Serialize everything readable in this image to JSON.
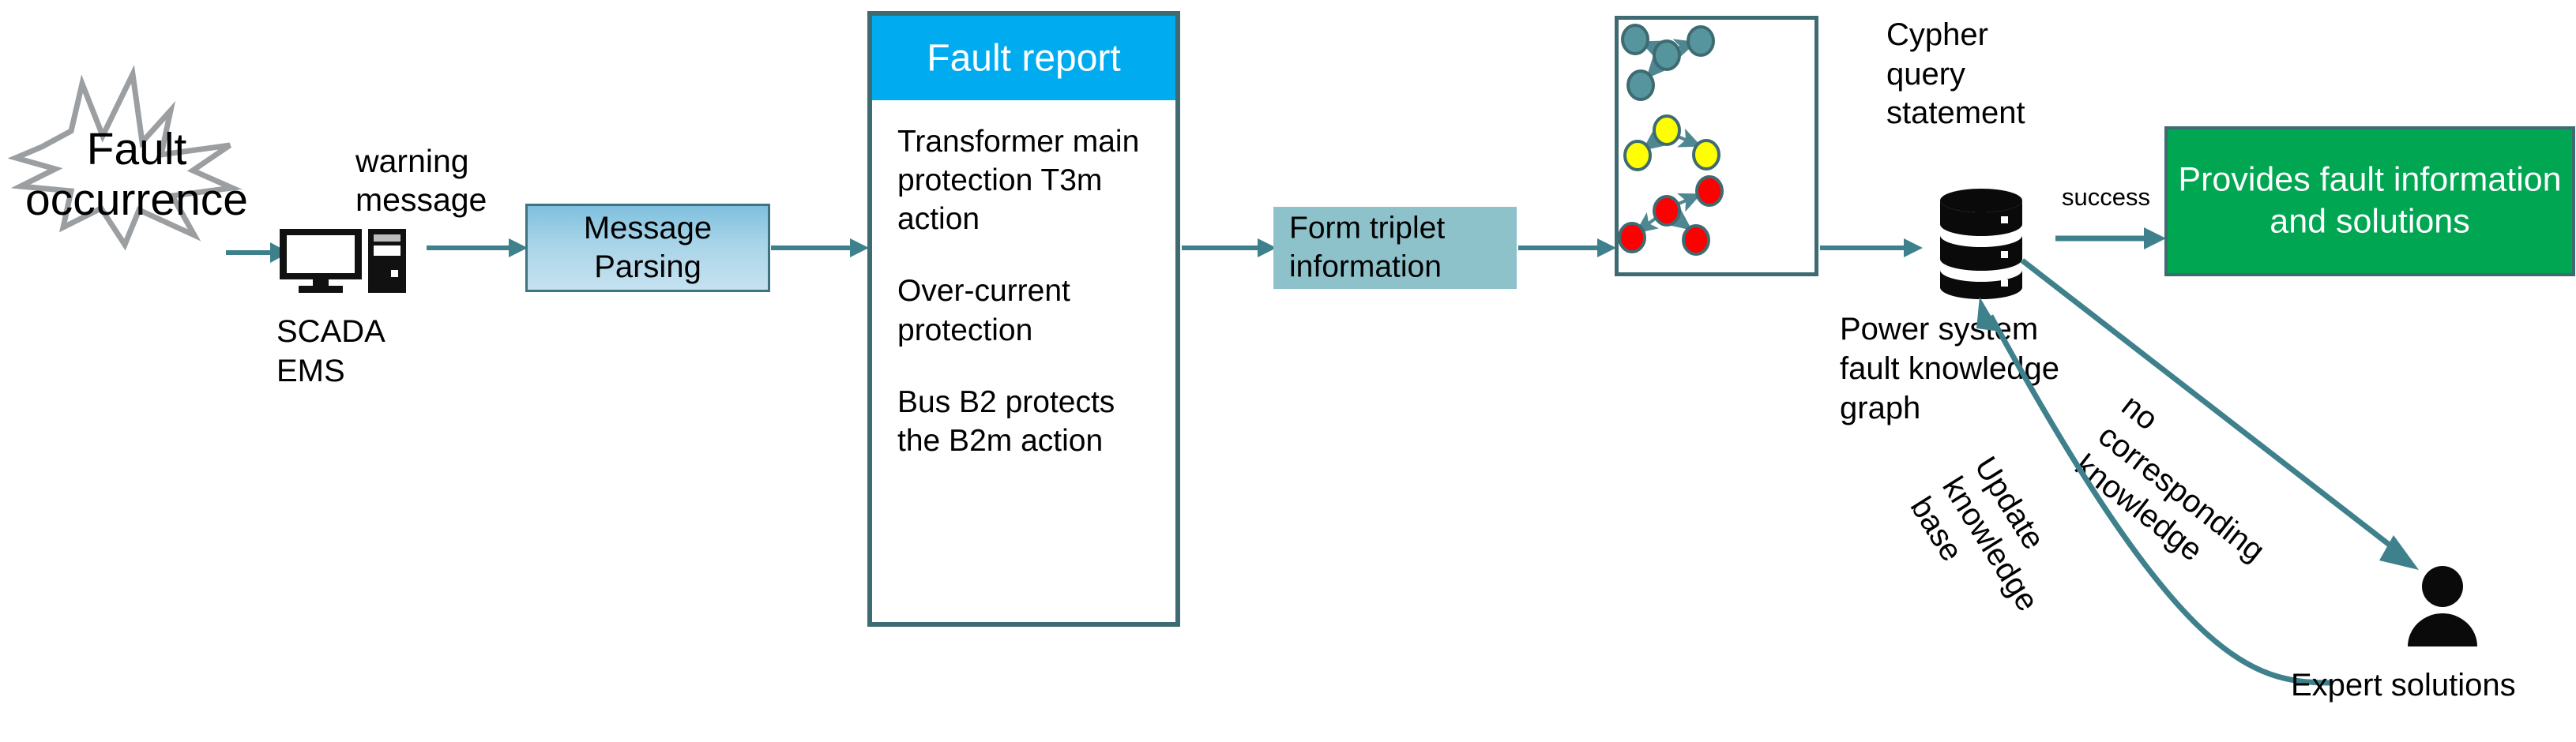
{
  "diagram": {
    "title": "Power system fault knowledge graph question answering workflow",
    "colors": {
      "arrow_teal": "#3e818c",
      "panel_border": "#3e6b72",
      "fault_report_header": "#00acef",
      "message_parsing_fill": "#a8d4e8",
      "triplet_fill": "#8ec2cb",
      "green_box": "#00a651",
      "node_teal": "#56949e",
      "node_yellow": "#ffff00",
      "node_red": "#fe0000",
      "burst_outline": "#9b9fa2"
    }
  },
  "fault_source": {
    "burst_label": "Fault\noccurrence",
    "burst_icon": "explosion-starburst-icon"
  },
  "scada": {
    "icon": "desktop-computer-icon",
    "label": "SCADA\nEMS"
  },
  "warning": {
    "label": "warning\nmessage"
  },
  "message_parsing": {
    "label": "Message\nParsing"
  },
  "fault_report": {
    "header": "Fault report",
    "items": [
      "Transformer\nmain protection\nT3m action",
      "Over-current\nprotection",
      "Bus B2 protects\nthe B2m action"
    ]
  },
  "triplet": {
    "label": "Form triplet\ninformation"
  },
  "knowledge_graph": {
    "panel_name": "knowledge-graph-panel",
    "clusters": [
      {
        "name": "teal-cluster",
        "color": "#56949e",
        "node_count": 4
      },
      {
        "name": "yellow-cluster",
        "color": "#ffff00",
        "node_count": 3
      },
      {
        "name": "red-cluster",
        "color": "#fe0000",
        "node_count": 4
      }
    ]
  },
  "cypher": {
    "label": "Cypher\nquery\nstatement"
  },
  "database": {
    "icon": "database-cylinder-icon",
    "label": "Power system\nfault knowledge\ngraph"
  },
  "edges": {
    "success": "success",
    "no_corresponding_knowledge": "no\ncorresponding\nknowledge",
    "update_knowledge_base": "Update\nknowledge\nbase"
  },
  "solutions_box": {
    "label": "Provides fault\ninformation\nand solutions"
  },
  "expert": {
    "icon": "person-user-icon",
    "label": "Expert solutions"
  }
}
